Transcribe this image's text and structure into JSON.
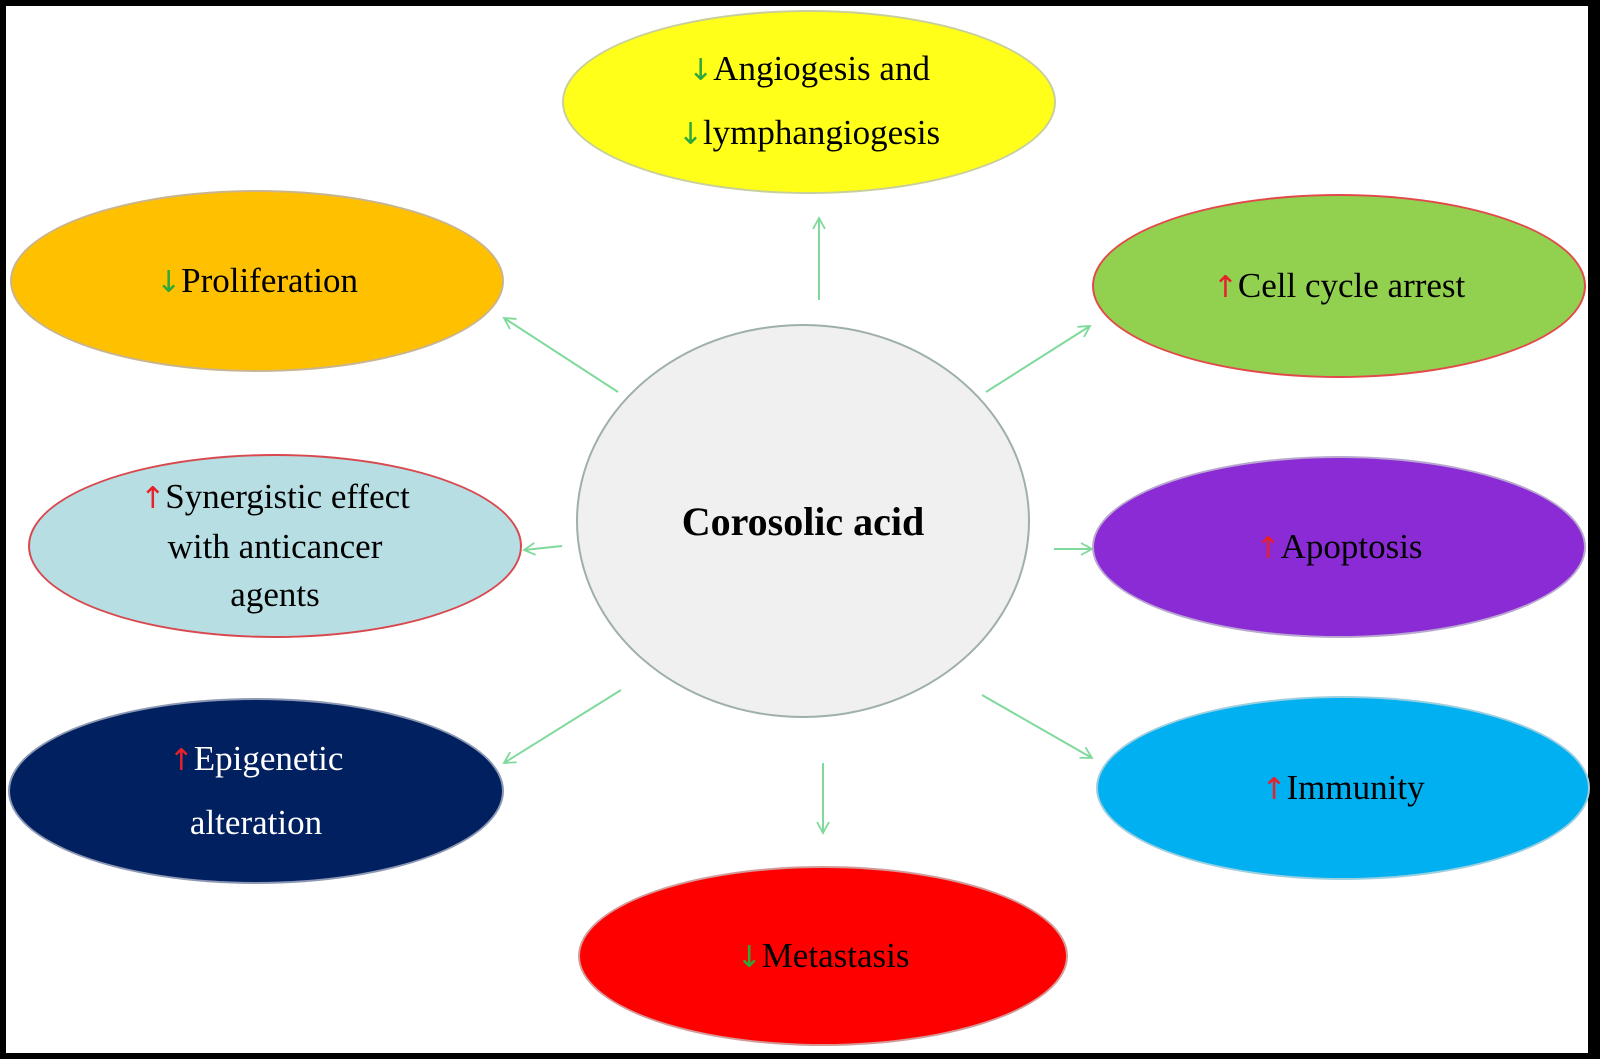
{
  "center": {
    "label": "Corosolic acid",
    "color": "#f0f0f0"
  },
  "arrow_color": "#7ed99b",
  "up_color": "#e8202a",
  "down_color": "#2ea83a",
  "nodes": {
    "angiogenesis": {
      "line1": {
        "arrow": "↓",
        "text": "Angiogesis and"
      },
      "line2": {
        "arrow": "↓",
        "text": "lymphangiogesis"
      },
      "fill": "#ffff1a"
    },
    "proliferation": {
      "line1": {
        "arrow": "↓",
        "text": "Proliferation"
      },
      "fill": "#ffc000"
    },
    "cell_cycle": {
      "line1": {
        "arrow": "↑",
        "text": "Cell cycle arrest"
      },
      "fill": "#92d050"
    },
    "synergistic": {
      "line1": {
        "arrow": "↑",
        "text": "Synergistic effect"
      },
      "line2": {
        "text": "with anticancer"
      },
      "line3": {
        "text": "agents"
      },
      "fill": "#b7dee3"
    },
    "apoptosis": {
      "line1": {
        "arrow": "↑",
        "text": "Apoptosis"
      },
      "fill": "#8a2bd6"
    },
    "epigenetic": {
      "line1": {
        "arrow": "↑",
        "text": "Epigenetic"
      },
      "line2": {
        "text": "alteration"
      },
      "fill": "#002060"
    },
    "immunity": {
      "line1": {
        "arrow": "↑",
        "text": "Immunity"
      },
      "fill": "#00b0f0"
    },
    "metastasis": {
      "line1": {
        "arrow": "↓",
        "text": "Metastasis"
      },
      "fill": "#ff0000"
    }
  }
}
